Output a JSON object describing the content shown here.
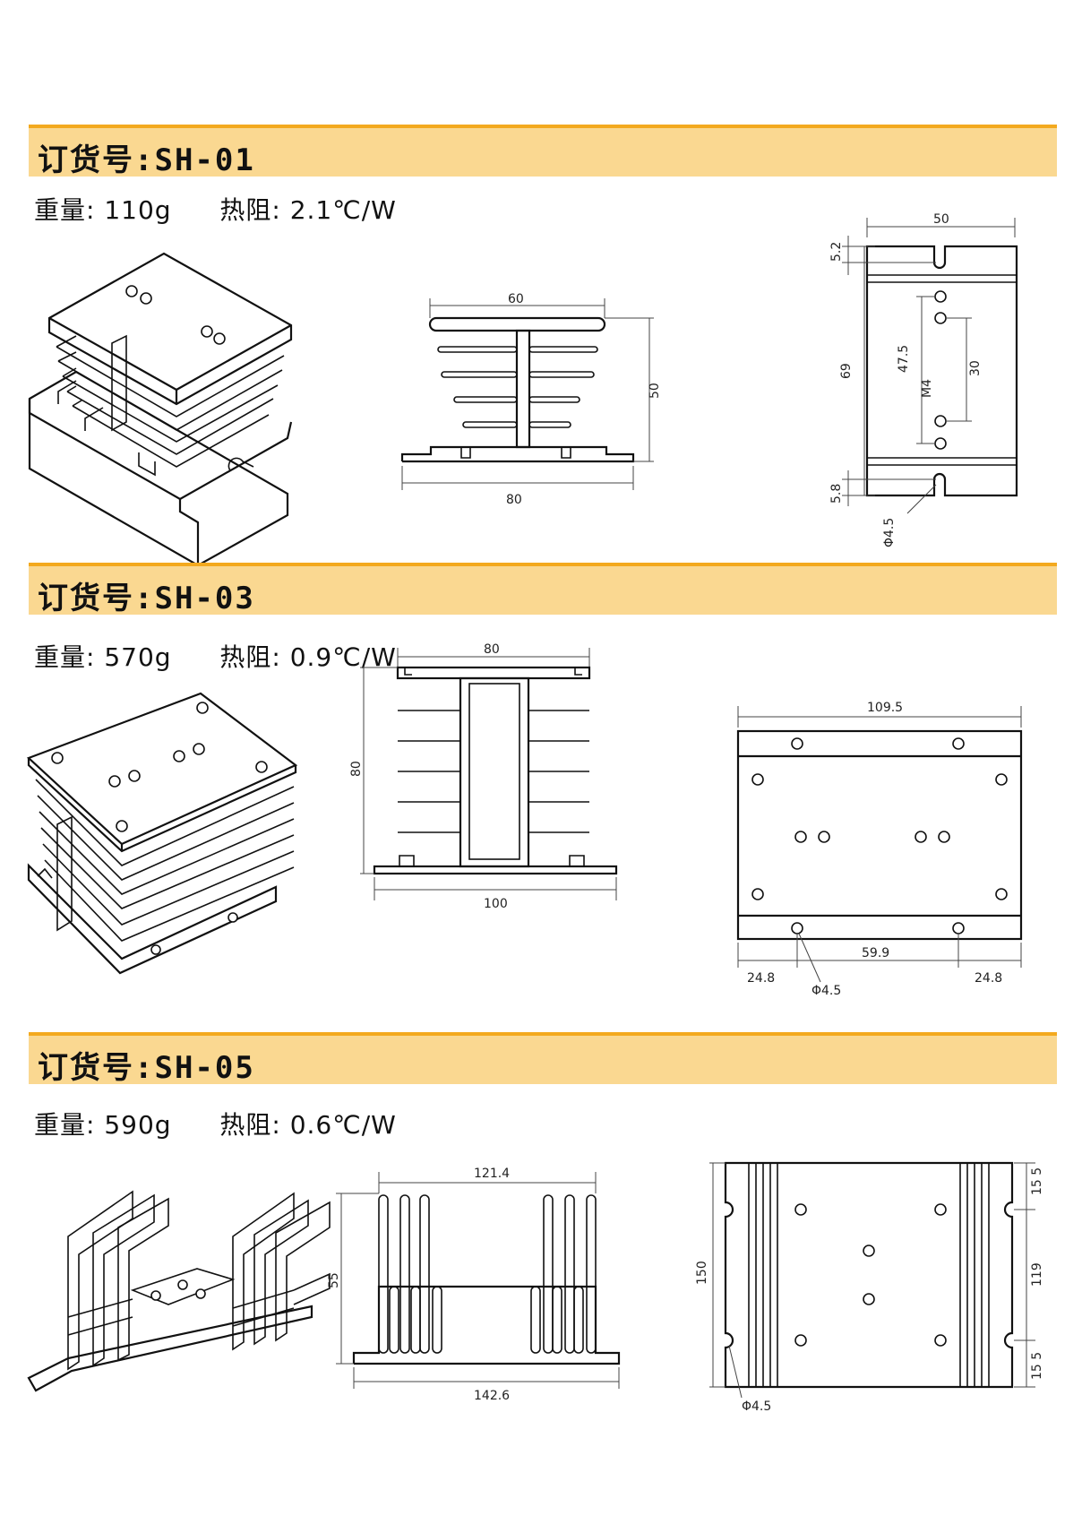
{
  "products": [
    {
      "title": "订货号:SH-01",
      "weight_label": "重量:",
      "weight": "110g",
      "resistance_label": "热阻:",
      "resistance": "2.1℃/W",
      "dims_front": {
        "top": "60",
        "height": "50",
        "bottom": "80"
      },
      "dims_top": {
        "width": "50",
        "edge_top": "5.2",
        "height": "69",
        "hole_span": "47.5",
        "inner_span": "30",
        "thread": "M4",
        "edge_bottom": "5.8",
        "hole_dia": "Φ4.5"
      }
    },
    {
      "title": "订货号:SH-03",
      "weight_label": "重量:",
      "weight": "570g",
      "resistance_label": "热阻:",
      "resistance": "0.9℃/W",
      "dims_front": {
        "top": "80",
        "height": "80",
        "bottom": "100"
      },
      "dims_top": {
        "width": "109.5",
        "left": "24.8",
        "middle": "59.9",
        "right": "24.8",
        "hole_dia": "Φ4.5"
      }
    },
    {
      "title": "订货号:SH-05",
      "weight_label": "重量:",
      "weight": "590g",
      "resistance_label": "热阻:",
      "resistance": "0.6℃/W",
      "dims_front": {
        "top": "121.4",
        "height": "55",
        "bottom": "142.6"
      },
      "dims_top": {
        "height": "150",
        "edge_top": "15 5",
        "middle": "119",
        "edge_bottom": "15 5",
        "hole_dia": "Φ4.5"
      }
    }
  ],
  "colors": {
    "band": "#fad891",
    "band_border": "#f3a91e",
    "line": "#111111"
  }
}
